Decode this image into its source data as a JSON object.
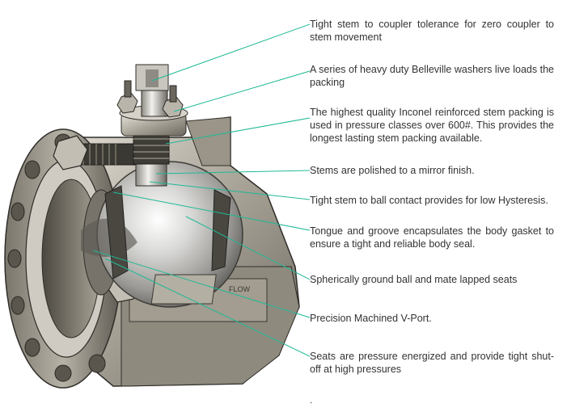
{
  "figure": {
    "description_visible": false,
    "leader_color": "#1fb996",
    "nameplate_text": "FLOW"
  },
  "callouts": [
    {
      "text": "Tight stem to coupler tolerance for zero coupler to stem movement"
    },
    {
      "text": "A series of heavy duty Belleville washers live loads the packing"
    },
    {
      "text": "The highest quality Inconel reinforced stem packing is used in pressure classes over 600#.  This provides the longest lasting stem packing available."
    },
    {
      "text": "Stems are polished to a mirror finish."
    },
    {
      "text": "Tight stem to ball contact provides for low Hysteresis."
    },
    {
      "text": "Tongue and groove encapsulates the body gasket to ensure a tight and reliable body seal."
    },
    {
      "text": "Spherically ground ball and mate lapped seats"
    },
    {
      "text": "Precision Machined V-Port."
    },
    {
      "text": "Seats are pressure energized and provide tight shut-off at high pressures"
    }
  ],
  "footer_mark": "."
}
